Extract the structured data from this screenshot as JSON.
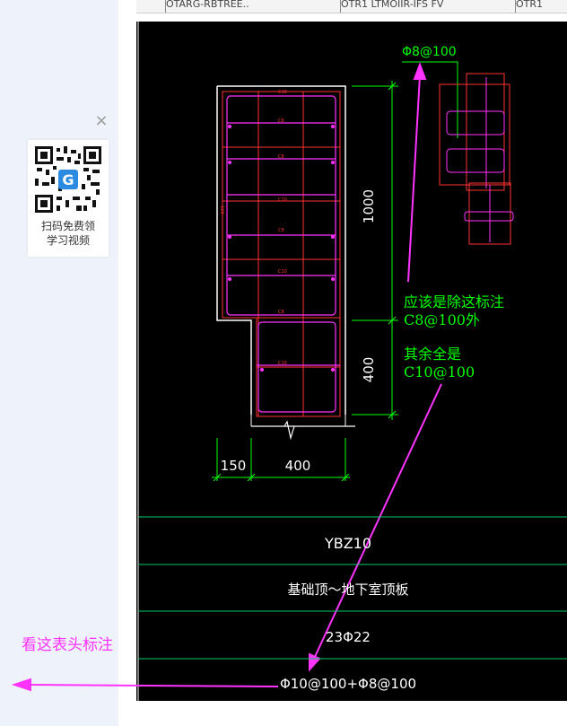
{
  "sidebar": {
    "close_glyph": "×",
    "qr_caption_line1": "扫码免费领",
    "qr_caption_line2": "学习视频",
    "qr_badge": "G"
  },
  "top_tabs": [
    "OTARG-RBTREE..",
    "OTR1 LTMOIIR-IFS FV",
    "OTR1"
  ],
  "drawing": {
    "top_rebar_label": "Φ8@100",
    "dim_1000": "1000",
    "dim_400_vertical": "400",
    "dim_150": "150",
    "dim_400_horizontal": "400",
    "wall_note": "120",
    "tie_labels": [
      "C10",
      "C8",
      "C8",
      "C10",
      "C8",
      "C10",
      "C8",
      "C10"
    ]
  },
  "annotations": {
    "note1_line1": "应该是除这标注",
    "note1_line2": "C8@100外",
    "note2_line1": "其余全是",
    "note2_line2": "C10@100",
    "header_note": "看这表头标注",
    "annotation_color": "#ff33ff",
    "note_color": "#00ff00"
  },
  "table": {
    "rows": [
      "YBZ10",
      "基础顶～地下室顶板",
      "23Φ22",
      "Φ10@100+Φ8@100"
    ]
  },
  "colors": {
    "cad_background": "#000000",
    "rebar_red": "#ff3333",
    "stirrup_magenta": "#ff33ff",
    "dimension_green": "#00ff00",
    "outline_white": "#ffffff",
    "table_line": "#00cc66"
  }
}
